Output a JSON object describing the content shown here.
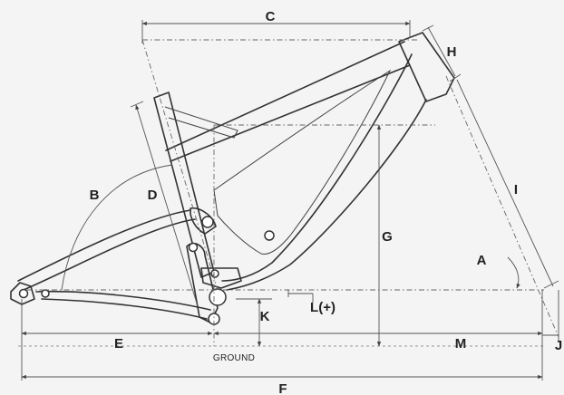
{
  "labels": {
    "A": "A",
    "B": "B",
    "C": "C",
    "D": "D",
    "E": "E",
    "F": "F",
    "G": "G",
    "H": "H",
    "I": "I",
    "J": "J",
    "K": "K",
    "L": "L(+)",
    "M": "M"
  },
  "ground_label": "GROUND"
}
